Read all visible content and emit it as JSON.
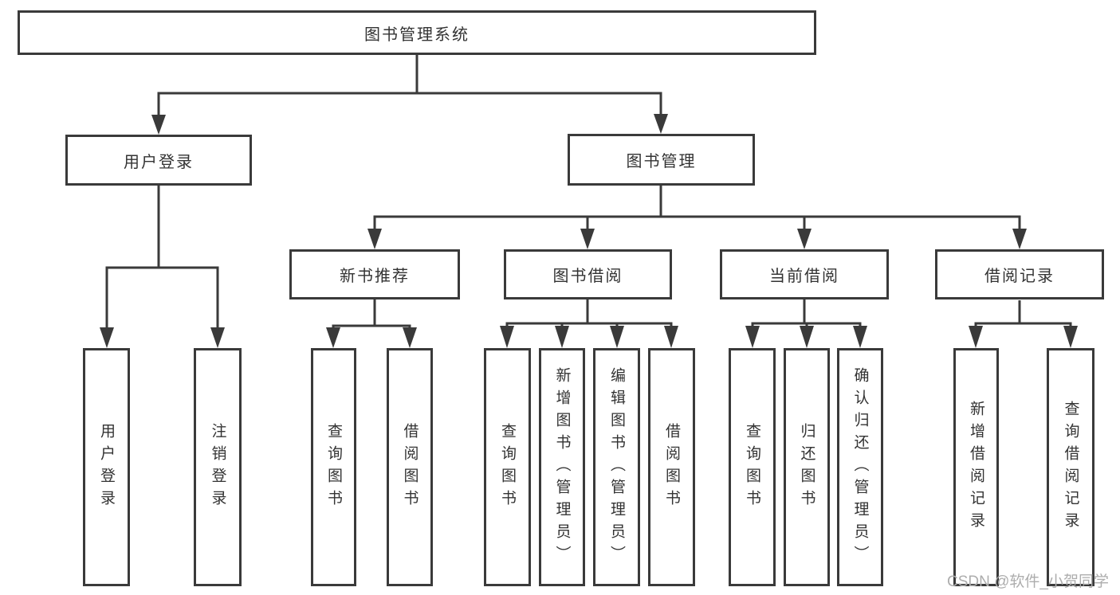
{
  "colors": {
    "line": "#3a3a3a",
    "text": "#333333",
    "watermark": "#adadad",
    "background": "#ffffff"
  },
  "tree": {
    "label": "图书管理系统",
    "children": [
      {
        "label": "用户登录",
        "children": [
          {
            "label": "用户登录"
          },
          {
            "label": "注销登录"
          }
        ]
      },
      {
        "label": "图书管理",
        "children": [
          {
            "label": "新书推荐",
            "children": [
              {
                "label": "查询图书"
              },
              {
                "label": "借阅图书"
              }
            ]
          },
          {
            "label": "图书借阅",
            "children": [
              {
                "label": "查询图书"
              },
              {
                "label": "新增图书（管理员）"
              },
              {
                "label": "编辑图书（管理员）"
              },
              {
                "label": "借阅图书"
              }
            ]
          },
          {
            "label": "当前借阅",
            "children": [
              {
                "label": "查询图书"
              },
              {
                "label": "归还图书"
              },
              {
                "label": "确认归还（管理员）"
              }
            ]
          },
          {
            "label": "借阅记录",
            "children": [
              {
                "label": "新增借阅记录"
              },
              {
                "label": "查询借阅记录"
              }
            ]
          }
        ]
      }
    ]
  },
  "watermark": {
    "text": "CSDN @软件_小贺同学"
  }
}
